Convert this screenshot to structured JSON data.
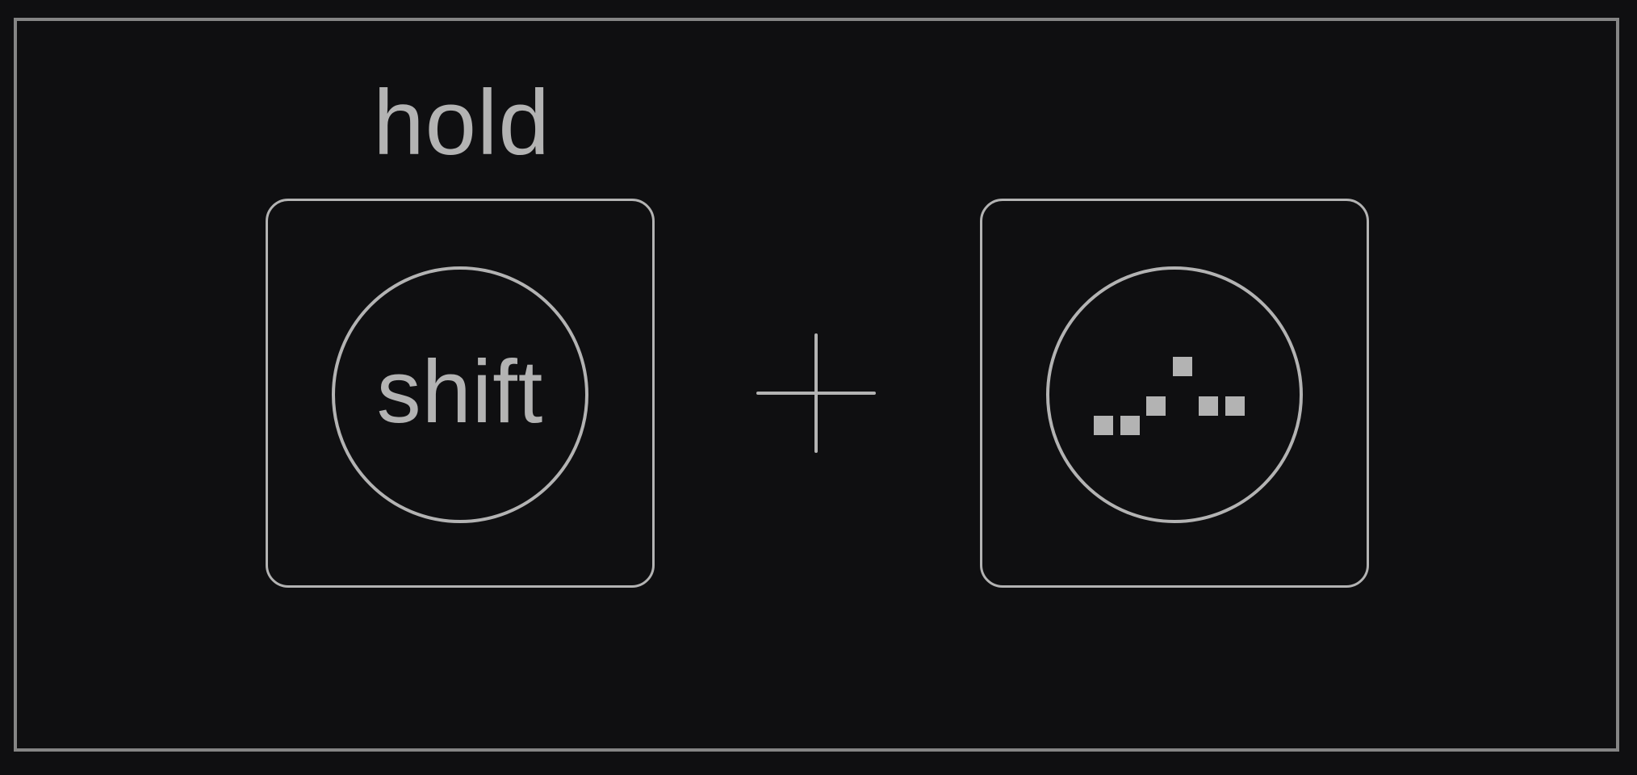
{
  "hint": {
    "hold_label": "hold"
  },
  "keys": {
    "shift": {
      "label": "shift",
      "icon": "shift-key-icon"
    },
    "sequence": {
      "icon": "dot-sequence-icon",
      "dot_count": 6
    }
  },
  "connector": {
    "icon": "plus-icon"
  },
  "colors": {
    "background": "#0f0f11",
    "foreground": "#b3b3b3",
    "frame": "#858585"
  }
}
